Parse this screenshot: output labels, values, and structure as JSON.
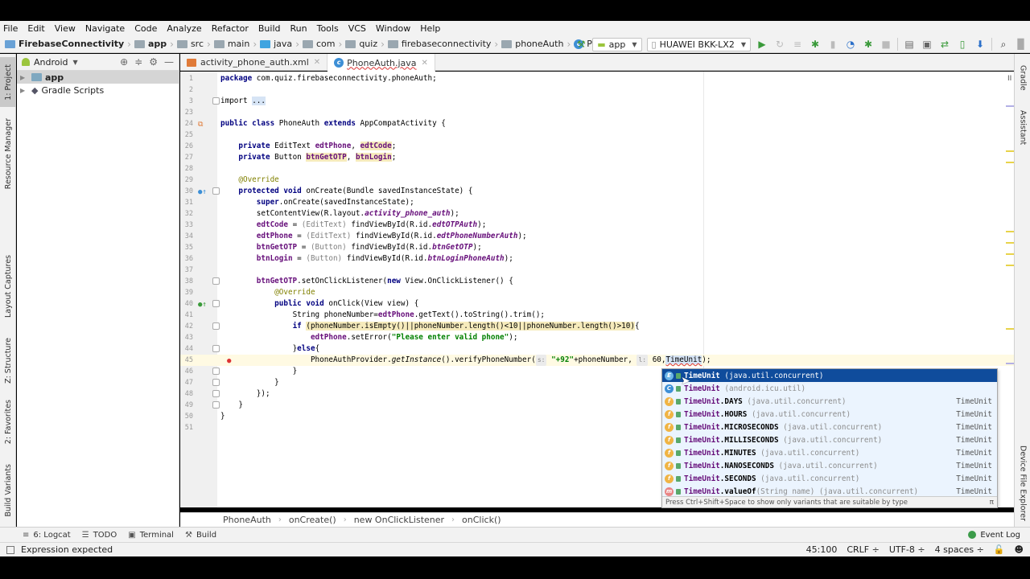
{
  "menu": [
    "File",
    "Edit",
    "View",
    "Navigate",
    "Code",
    "Analyze",
    "Refactor",
    "Build",
    "Run",
    "Tools",
    "VCS",
    "Window",
    "Help"
  ],
  "nav": {
    "crumbs": [
      "FirebaseConnectivity",
      "app",
      "src",
      "main",
      "java",
      "com",
      "quiz",
      "firebaseconnectivity",
      "phoneAuth",
      "PhoneAuth"
    ],
    "run_config": "app",
    "device": "HUAWEI BKK-LX2"
  },
  "left_stripe": [
    "1: Project",
    "Resource Manager",
    "Layout Captures",
    "Z: Structure",
    "2: Favorites",
    "Build Variants"
  ],
  "right_stripe": [
    "Gradle",
    "Assistant",
    "Device File Explorer"
  ],
  "project": {
    "view": "Android",
    "tree": [
      "app",
      "Gradle Scripts"
    ]
  },
  "tabs": [
    {
      "label": "activity_phone_auth.xml",
      "active": false
    },
    {
      "label": "PhoneAuth.java",
      "active": true
    }
  ],
  "code": {
    "l1": "package com.quiz.firebaseconnectivity.phoneAuth;",
    "l3_kw": "import",
    "l3_fold": "...",
    "l24_a": "public class",
    "l24_b": " PhoneAuth ",
    "l24_c": "extends",
    "l24_d": " AppCompatActivity {",
    "l26_kw": "private",
    "l26_t": " EditText ",
    "l26_f1": "edtPhone",
    "l26_f2": "edtCode",
    "l27_t": " Button ",
    "l27_f1": "btnGetOTP",
    "l27_f2": "btnLogin",
    "l29": "@Override",
    "l30_kw": "protected void",
    "l30_rest": " onCreate(Bundle savedInstanceState) {",
    "l31_kw": "super",
    "l31_rest": ".onCreate(savedInstanceState);",
    "l32_a": "setContentView(R.layout.",
    "l32_b": "activity_phone_auth",
    "l32_c": ");",
    "l33_f": "edtCode",
    "l33_cast": "(EditText)",
    "l33_id": "edtOTPAuth",
    "l34_f": "edtPhone",
    "l34_id": "edtPhoneNumberAuth",
    "l35_f": "btnGetOTP",
    "l35_cast": "(Button)",
    "l35_id": "btnGetOTP",
    "l36_f": "btnLogin",
    "l36_id": "btnLoginPhoneAuth",
    "l38_f": "btnGetOTP",
    "l38_a": ".setOnClickListener(",
    "l38_kw": "new",
    "l38_b": " View.OnClickListener() {",
    "l40_kw": "public void",
    "l40_rest": " onClick(View view) {",
    "l41_a": "String phoneNumber=",
    "l41_f": "edtPhone",
    "l41_b": ".getText().toString().trim();",
    "l42_kw": "if",
    "l42_cond": "(phoneNumber.isEmpty()||phoneNumber.length()<10||phoneNumber.length()>10)",
    "l42_end": "{",
    "l43_f": "edtPhone",
    "l43_a": ".setError(",
    "l43_s": "\"Please enter valid phone\"",
    "l43_b": ");",
    "l44_a": "}",
    "l44_kw": "else",
    "l44_b": "{",
    "l45_a": "PhoneAuthProvider.",
    "l45_b": "getInstance",
    "l45_c": "().verifyPhoneNumber(",
    "l45_hint1": "s:",
    "l45_s": "\"+92\"",
    "l45_d": "+phoneNumber, ",
    "l45_hint2": "l:",
    "l45_e": " 60,",
    "l45_f": "TimeUnit",
    "l45_g": ");",
    "l46": "}",
    "l47": "}",
    "l48": "});",
    "l49": "}",
    "l50": "}"
  },
  "code_breadcrumb": [
    "PhoneAuth",
    "onCreate()",
    "new OnClickListener",
    "onClick()"
  ],
  "completion": {
    "items": [
      {
        "icon": "E",
        "name": "TimeUnit",
        "member": "",
        "loc": " (java.util.concurrent)",
        "type": ""
      },
      {
        "icon": "C",
        "name": "TimeUnit",
        "member": "",
        "loc": " (android.icu.util)",
        "type": ""
      },
      {
        "icon": "f",
        "name": "TimeUnit",
        "member": ".DAYS",
        "loc": " (java.util.concurrent)",
        "type": "TimeUnit"
      },
      {
        "icon": "f",
        "name": "TimeUnit",
        "member": ".HOURS",
        "loc": " (java.util.concurrent)",
        "type": "TimeUnit"
      },
      {
        "icon": "f",
        "name": "TimeUnit",
        "member": ".MICROSECONDS",
        "loc": " (java.util.concurrent)",
        "type": "TimeUnit"
      },
      {
        "icon": "f",
        "name": "TimeUnit",
        "member": ".MILLISECONDS",
        "loc": " (java.util.concurrent)",
        "type": "TimeUnit"
      },
      {
        "icon": "f",
        "name": "TimeUnit",
        "member": ".MINUTES",
        "loc": " (java.util.concurrent)",
        "type": "TimeUnit"
      },
      {
        "icon": "f",
        "name": "TimeUnit",
        "member": ".NANOSECONDS",
        "loc": " (java.util.concurrent)",
        "type": "TimeUnit"
      },
      {
        "icon": "f",
        "name": "TimeUnit",
        "member": ".SECONDS",
        "loc": " (java.util.concurrent)",
        "type": "TimeUnit"
      },
      {
        "icon": "m",
        "name": "TimeUnit",
        "member": ".valueOf",
        "loc": "(String name) (java.util.concurrent)",
        "type": "TimeUnit"
      }
    ],
    "footer": "Press Ctrl+Shift+Space to show only variants that are suitable by type",
    "pi": "π"
  },
  "tool_windows": [
    "6: Logcat",
    "TODO",
    "Terminal",
    "Build"
  ],
  "event_log": "Event Log",
  "status": {
    "message": "Expression expected",
    "position": "45:100",
    "line_sep": "CRLF ÷",
    "encoding": "UTF-8 ÷",
    "indent": "4 spaces ÷"
  }
}
